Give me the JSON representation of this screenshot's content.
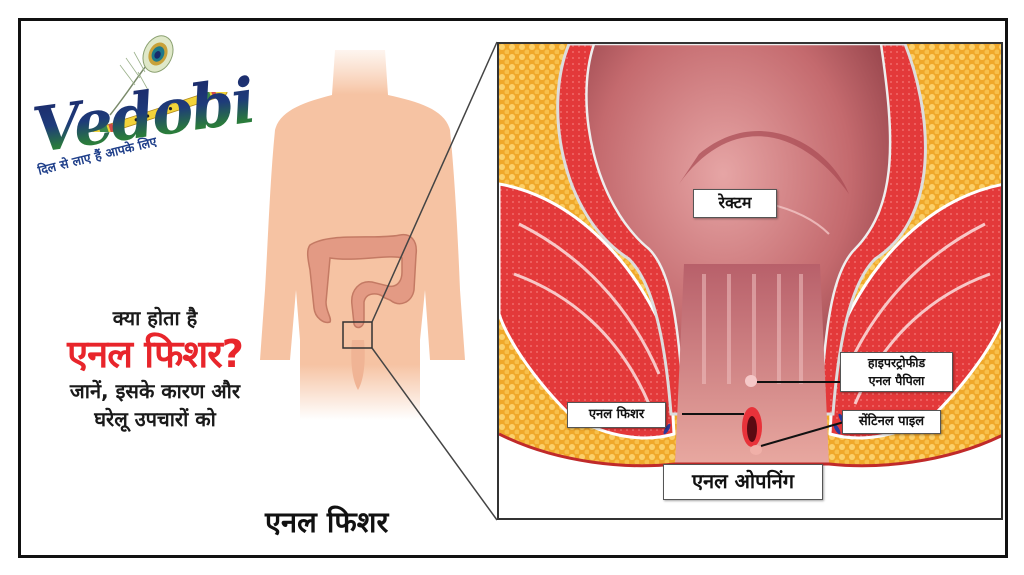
{
  "logo": {
    "brand": "Vedobi",
    "tagline": "दिल से लाए हैं आपके लिए",
    "icons": [
      "peacock-feather-icon",
      "flute-icon"
    ]
  },
  "intro": {
    "line1": "क्या होता है",
    "headline": "एनल फिशर?",
    "line3": "जानें, इसके कारण और",
    "line4": "घरेलू उपचारों को"
  },
  "figure": {
    "caption": "एनल फिशर",
    "labels": {
      "rectum": "रेक्टम",
      "hypertrophied_papilla_1": "हाइपरट्रोफीड",
      "hypertrophied_papilla_2": "एनल पैपिला",
      "anal_fissure": "एनल फिशर",
      "sentinel_pile": "सेंटिनल पाइल",
      "anal_opening": "एनल ओपनिंग"
    }
  },
  "colors": {
    "headline_red": "#e8252b",
    "text_dark": "#111111",
    "logo_navy": "#1c2a6b",
    "logo_green": "#2f8c3a",
    "skin": "#f6c6a6",
    "colon": "#e39a84",
    "fat": "#f5b63a",
    "muscle": "#e23a3a",
    "mucosa": "#c96a6a"
  }
}
